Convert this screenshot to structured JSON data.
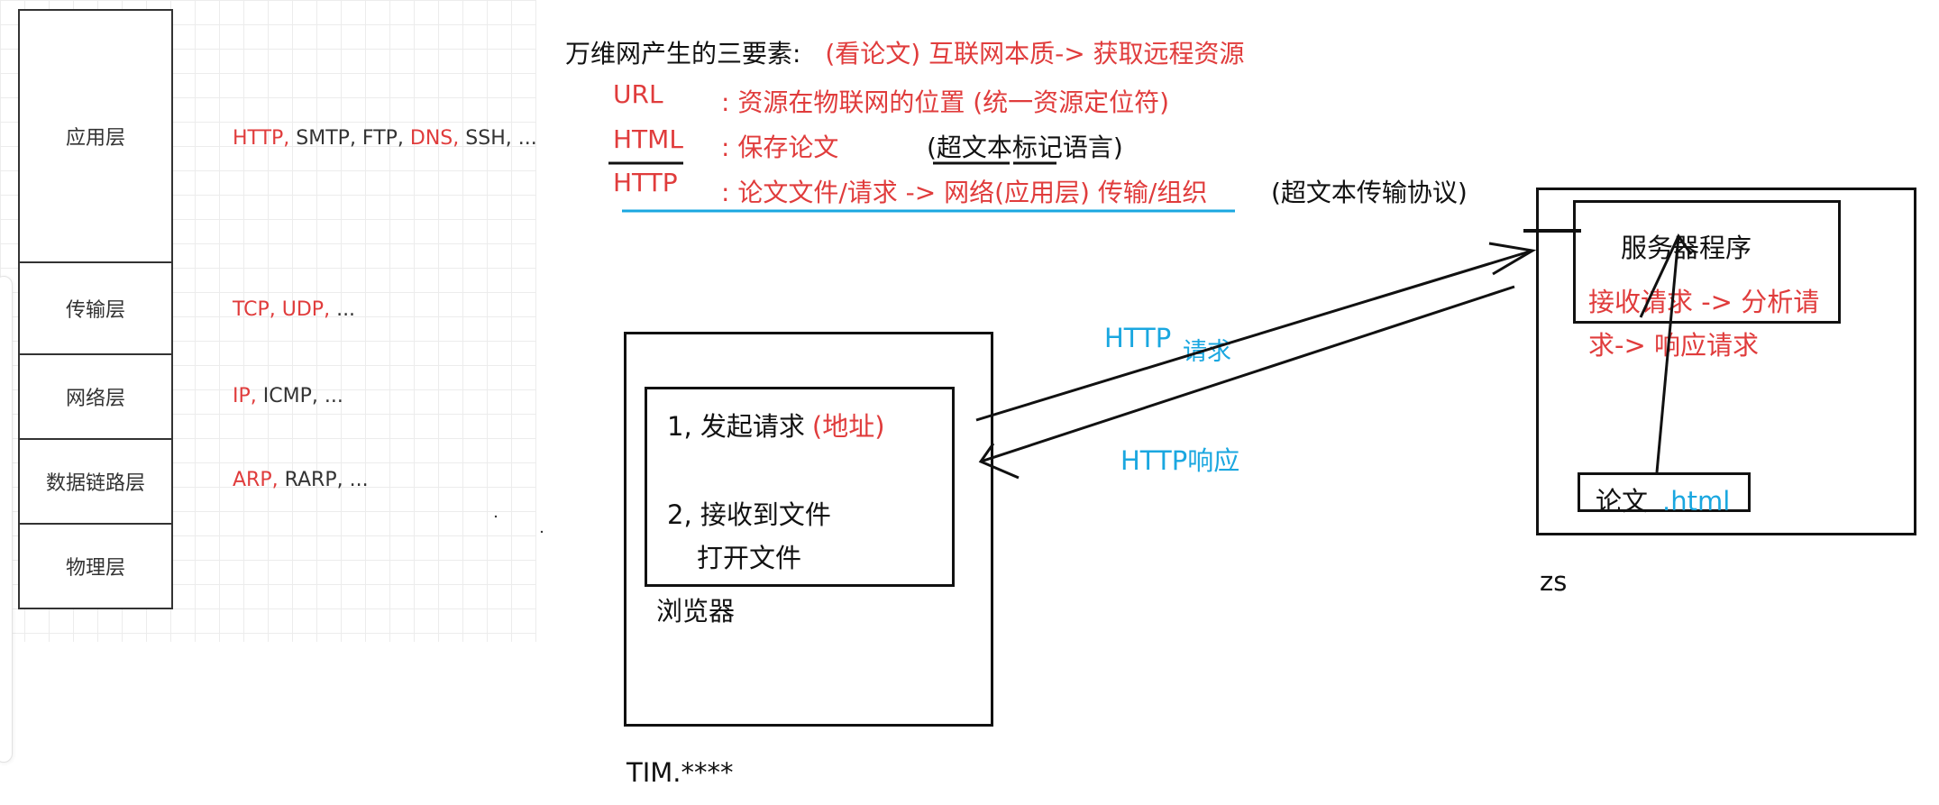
{
  "layers": [
    {
      "name": "应用层",
      "protocols": [
        {
          "text": "HTTP,",
          "red": true
        },
        {
          "text": " SMTP, FTP,",
          "red": false
        },
        {
          "text": " DNS,",
          "red": true
        },
        {
          "text": " SSH, ...",
          "red": false
        }
      ]
    },
    {
      "name": "传输层",
      "protocols": [
        {
          "text": "TCP, UDP,",
          "red": true
        },
        {
          "text": " ...",
          "red": false
        }
      ]
    },
    {
      "name": "网络层",
      "protocols": [
        {
          "text": "IP,",
          "red": true
        },
        {
          "text": " ICMP, ...",
          "red": false
        }
      ]
    },
    {
      "name": "数据链路层",
      "protocols": [
        {
          "text": "ARP,",
          "red": true
        },
        {
          "text": " RARP, ...",
          "red": false
        }
      ]
    },
    {
      "name": "物理层",
      "protocols": []
    }
  ],
  "notes": {
    "heading_black": "万维网产生的三要素:",
    "heading_red": "(看论文)   互联网本质-> 获取远程资源",
    "url_key": "URL",
    "url_desc": ": 资源在物联网的位置   (统一资源定位符)",
    "html_key": "HTML",
    "html_desc": ": 保存论文",
    "html_note": "(超文本标记语言)",
    "http_key": "HTTP",
    "http_desc": ": 论文文件/请求 -> 网络(应用层) 传输/组织",
    "http_note": "(超文本传输协议)"
  },
  "browser": {
    "step1": "1, 发起请求",
    "step1_red": "(地址)",
    "step2": "2, 接收到文件",
    "step2b": "打开文件",
    "label": "浏览器",
    "caption": "TIM.****"
  },
  "arrows": {
    "request_a": "HTTP",
    "request_b": "请求",
    "response": "HTTP响应"
  },
  "server": {
    "title": "服务器程序",
    "process_line1": "接收请求 -> 分析请",
    "process_line2": "求-> 响应请求",
    "file_name": "论文",
    "file_ext": ".html",
    "label": "zs"
  },
  "colors": {
    "red": "#e03c3c",
    "blue": "#1aa7e0",
    "ink": "#111111"
  }
}
